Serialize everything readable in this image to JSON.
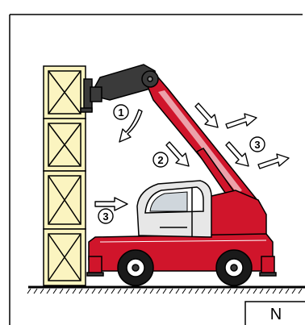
{
  "callouts": {
    "step_1": "1",
    "step_2": "2",
    "step_3_boom": "3",
    "step_3_cab": "3"
  },
  "page_marker": "N",
  "colors": {
    "machine_red": "#d0152b",
    "crate_fill": "#fbf4c0",
    "outline": "#000000",
    "arrow_fill": "#ffffff"
  }
}
